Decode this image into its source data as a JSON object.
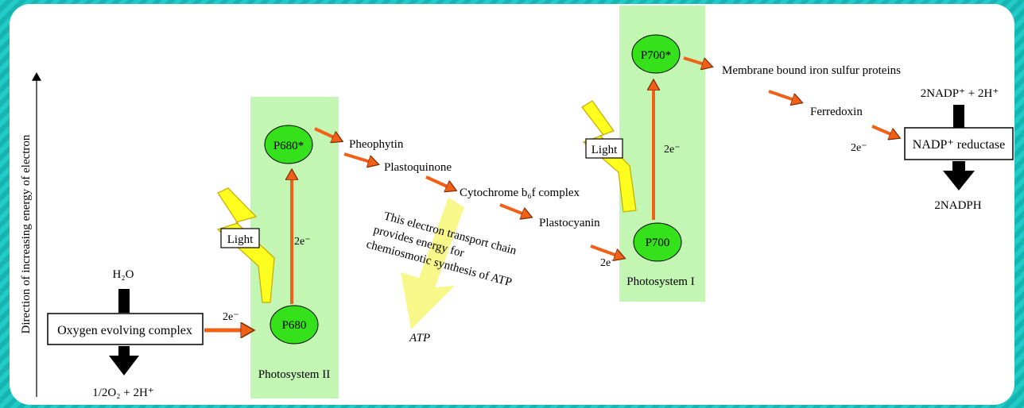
{
  "axis": {
    "label": "Direction of increasing energy of electron"
  },
  "photosystem_ii": {
    "label": "Photosystem II",
    "excited_node": "P680*",
    "ground_node": "P680",
    "light_label": "Light",
    "electron_label": "2e⁻"
  },
  "photosystem_i": {
    "label": "Photosystem I",
    "excited_node": "P700*",
    "ground_node": "P700",
    "light_label": "Light",
    "electron_label": "2e⁻"
  },
  "water_splitting": {
    "input": "H₂O",
    "complex": "Oxygen evolving complex",
    "output": "1/2O₂ + 2H⁺",
    "electron_label": "2e⁻"
  },
  "chain_steps": [
    "Pheophytin",
    "Plastoquinone",
    "Cytochrome b₆f complex",
    "Plastocyanin",
    "Membrane bound iron sulfur proteins",
    "Ferredoxin"
  ],
  "plastocyanin_electron_label": "2e⁻",
  "atp_note": {
    "lines": [
      "This electron transport chain",
      "provides energy for",
      "chemiosmotic synthesis of ATP"
    ],
    "product": "ATP"
  },
  "nadp": {
    "input": "2NADP⁺ + 2H⁺",
    "enzyme": "NADP⁺ reductase",
    "output": "2NADPH",
    "electron_label": "2e⁻"
  },
  "colors": {
    "photosystem_bg": "#c3f5b3",
    "node_fill": "#34e11a",
    "arrow_orange": "#f06016",
    "light_yellow": "#ffff1f",
    "atp_arrow": "#f7f77d",
    "background_teal": "#1ec4c0"
  }
}
